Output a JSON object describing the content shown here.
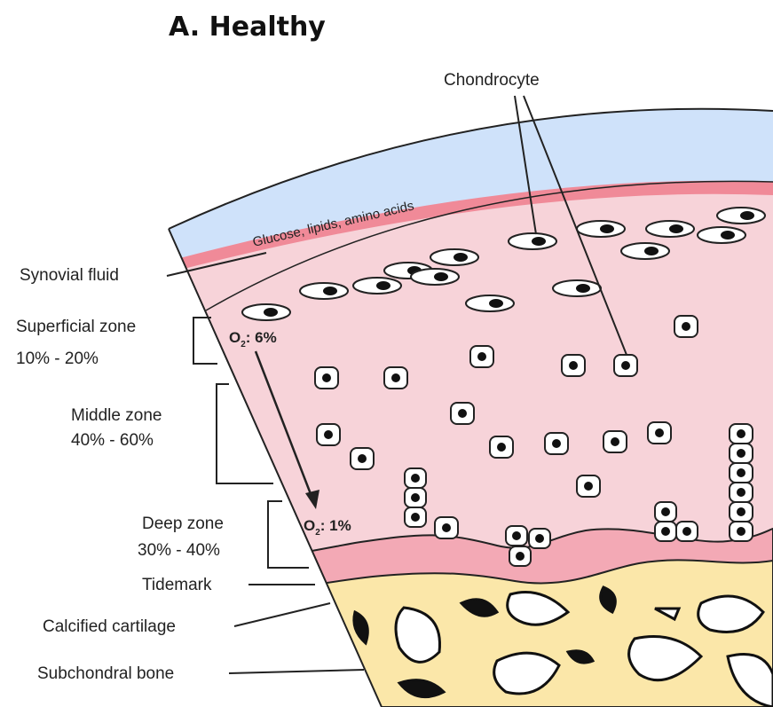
{
  "title": "A. Healthy",
  "labels": {
    "chondrocyte": "Chondrocyte",
    "nutrients": "Glucose, lipids, amino acids",
    "synovial_fluid": "Synovial fluid",
    "superficial_zone": "Superficial zone",
    "superficial_range": "10% - 20%",
    "middle_zone": "Middle zone",
    "middle_range": "40% - 60%",
    "deep_zone": "Deep zone",
    "deep_range": "30% - 40%",
    "tidemark": "Tidemark",
    "calcified_cartilage": "Calcified cartilage",
    "subchondral_bone": "Subchondral bone"
  },
  "oxygen": {
    "top_prefix": "O",
    "top_sub": "2",
    "top_value": ": 6%",
    "bottom_prefix": "O",
    "bottom_sub": "2",
    "bottom_value": ": 1%"
  },
  "colors": {
    "synovial_fluid": "#cfe2fa",
    "surface_layer": "#f08a98",
    "cartilage": "#f7d3d9",
    "calcified": "#f3a9b5",
    "bone": "#fbe7a9",
    "nucleus": "#111111"
  }
}
